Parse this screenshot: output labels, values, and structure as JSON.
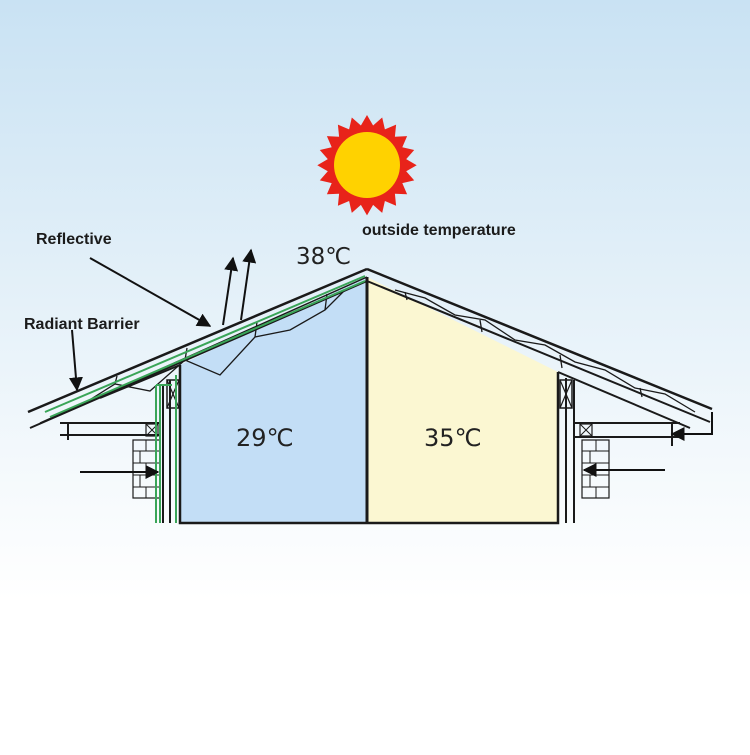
{
  "labels": {
    "reflective": "Reflective",
    "radiant_barrier": "Radiant Barrier",
    "outside_temperature": "outside temperature"
  },
  "temperatures": {
    "outside": "38℃",
    "left_room": "29℃",
    "right_room": "35℃"
  },
  "colors": {
    "sky_top": "#c9e2f3",
    "sun_core": "#ffd200",
    "sun_rays": "#e8231a",
    "left_room_fill": "#c3def6",
    "right_room_fill": "#fbf7d2",
    "radiant_barrier": "#3aa558",
    "structure": "#1a1a1a"
  },
  "icons": {
    "sun": "sun-icon"
  }
}
